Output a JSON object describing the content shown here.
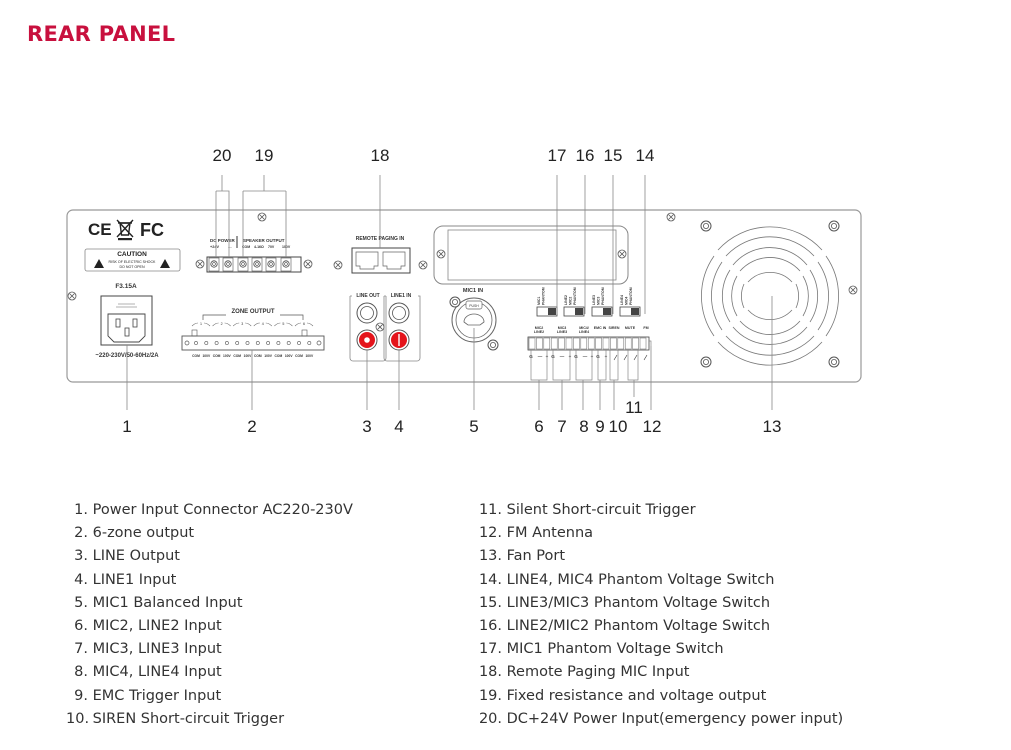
{
  "page": {
    "title": "REAR PANEL",
    "accent_color": "#c8103e"
  },
  "panel": {
    "certifications": [
      "CE",
      "WEEE",
      "FC"
    ],
    "caution": {
      "title": "CAUTION",
      "line1": "RISK OF ELECTRIC SHOCK",
      "line2": "DO NOT OPEN"
    },
    "fuse": "F3.15A",
    "power_rating": "~220-230V/50-60Hz/2A",
    "dc_power_label": "DC POWER",
    "dc_power_terminals": [
      "+24V",
      "---"
    ],
    "speaker_output_label": "SPEAKER OUTPUT",
    "speaker_output_terminals": [
      "COM",
      "4-16Ω",
      "70V",
      "100V"
    ],
    "remote_paging_label": "REMOTE PAGING IN",
    "zone_output_label": "ZONE OUTPUT",
    "zone_numbers": [
      "1",
      "2",
      "3",
      "4",
      "5",
      "6"
    ],
    "zone_terminals": [
      "COM",
      "100V",
      "COM",
      "100V",
      "COM",
      "100V",
      "COM",
      "100V",
      "COM",
      "100V",
      "COM",
      "100V"
    ],
    "line_out_label": "LINE OUT",
    "line1_in_label": "LINE1 IN",
    "mic1_in_label": "MIC1 IN",
    "push_label": "PUSH",
    "phantom_switches": [
      {
        "labels": [
          "MIC1",
          "PHANTOM"
        ]
      },
      {
        "labels": [
          "LINE2",
          "MIC2",
          "PHANTOM"
        ]
      },
      {
        "labels": [
          "LINE3",
          "MIC3",
          "PHANTOM"
        ]
      },
      {
        "labels": [
          "LINE4",
          "MIC4",
          "PHANTOM"
        ]
      }
    ],
    "terminal_block_labels": [
      {
        "line1": "MIC2",
        "line2": "LINE2"
      },
      {
        "line1": "MIC3",
        "line2": "LINE3"
      },
      {
        "line1": "MIC4/",
        "line2": "LINE4"
      },
      {
        "line1": "EMC IN",
        "line2": ""
      },
      {
        "line1": "SIREN",
        "line2": ""
      },
      {
        "line1": "MUTE",
        "line2": ""
      },
      {
        "line1": "FM",
        "line2": ""
      }
    ],
    "terminal_polarity": [
      "G",
      "—",
      "+",
      "G",
      "—",
      "+",
      "G",
      "—",
      "+",
      "G",
      "+"
    ]
  },
  "callouts": {
    "top": [
      "20",
      "19",
      "18",
      "17",
      "16",
      "15",
      "14"
    ],
    "bottom": [
      "1",
      "2",
      "3",
      "4",
      "5",
      "6",
      "7",
      "8",
      "9",
      "10",
      "11",
      "12",
      "13"
    ]
  },
  "legend": {
    "left": [
      {
        "num": "1.",
        "text": "Power Input Connector AC220-230V"
      },
      {
        "num": "2.",
        "text": "6-zone output"
      },
      {
        "num": "3.",
        "text": "LINE Output"
      },
      {
        "num": "4.",
        "text": "LINE1 Input"
      },
      {
        "num": "5.",
        "text": "MIC1 Balanced Input"
      },
      {
        "num": "6.",
        "text": "MIC2, LINE2 Input"
      },
      {
        "num": "7.",
        "text": "MIC3, LINE3 Input"
      },
      {
        "num": "8.",
        "text": "MIC4, LINE4 Input"
      },
      {
        "num": "9.",
        "text": "EMC Trigger Input"
      },
      {
        "num": "10.",
        "text": "SIREN Short-circuit Trigger"
      }
    ],
    "right": [
      {
        "num": "11.",
        "text": "Silent Short-circuit Trigger"
      },
      {
        "num": "12.",
        "text": "FM Antenna"
      },
      {
        "num": "13.",
        "text": "Fan Port"
      },
      {
        "num": "14.",
        "text": "LINE4, MIC4 Phantom Voltage Switch"
      },
      {
        "num": "15.",
        "text": "LINE3/MIC3 Phantom Voltage Switch"
      },
      {
        "num": "16.",
        "text": "LINE2/MIC2 Phantom Voltage Switch"
      },
      {
        "num": "17.",
        "text": "MIC1 Phantom Voltage Switch"
      },
      {
        "num": "18.",
        "text": "Remote Paging MIC Input"
      },
      {
        "num": "19.",
        "text": "Fixed resistance and voltage output"
      },
      {
        "num": "20.",
        "text": "DC+24V Power Input(emergency power input)"
      }
    ]
  }
}
